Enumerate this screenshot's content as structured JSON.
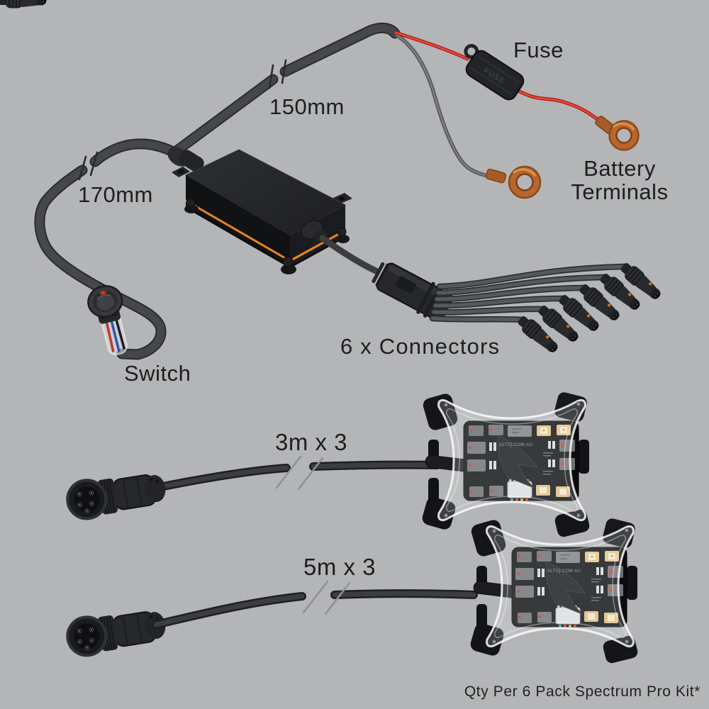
{
  "scene": {
    "background": "#b4b5b7",
    "caption": "Qty Per 6 Pack Spectrum Pro Kit*"
  },
  "labels": {
    "fuse": "Fuse",
    "battery_terminals": {
      "line1": "Battery",
      "line2": "Terminals"
    },
    "wire_length_top": "150mm",
    "wire_length_left": "170mm",
    "connectors": "6 x Connectors",
    "switch": "Switch",
    "extension_cable_3m": "3m x 3",
    "extension_cable_5m": "5m x 3"
  },
  "engravings": {
    "fuse_holder": "FUSE",
    "pod_pcb": "ALTIQ.COM.AU"
  },
  "colors": {
    "background": "#b4b5b7",
    "label_text": "#1d1e1f",
    "cable_gray": "#45474a",
    "thin_wire_gray": "#6f7173",
    "power_wire_red": "#c8281c",
    "copper_terminal": "#b8662e",
    "gasket_orange": "#ea8420",
    "enclosure_black": "#1d1e21"
  }
}
